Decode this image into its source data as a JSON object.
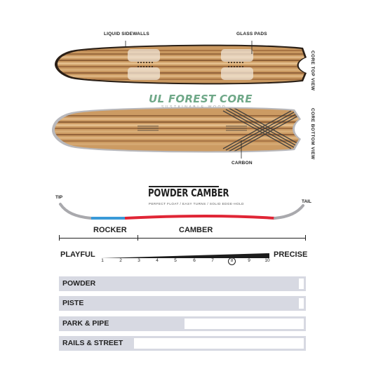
{
  "callouts": {
    "liquid_sidewalls": "LIQUID SIDEWALLS",
    "glass_pads": "GLASS PADS",
    "carbon": "CARBON",
    "core_top_view": "CORE TOP VIEW",
    "core_bottom_view": "CORE BOTTOM VIEW"
  },
  "core": {
    "title": "UL FOREST CORE",
    "subtitle": "SUSTAINABLE WOOD"
  },
  "profile": {
    "title": "POWDER CAMBER",
    "subtitle": "PERFECT FLOAT / EASY TURNS / SOLID EDGE-HOLD",
    "tip_label": "TIP",
    "tail_label": "TAIL",
    "rocker_label": "ROCKER",
    "camber_label": "CAMBER",
    "colors": {
      "rocker": "#3a9ad8",
      "camber": "#e02535",
      "tips": "#a9a9ad"
    }
  },
  "flex_scale": {
    "left_label": "PLAYFUL",
    "right_label": "PRECISE",
    "ticks": [
      "1",
      "2",
      "3",
      "4",
      "5",
      "6",
      "7",
      "8",
      "9",
      "10"
    ],
    "selected": "8"
  },
  "terrain": [
    {
      "label": "POWDER",
      "rating": 0.98
    },
    {
      "label": "PISTE",
      "rating": 0.98
    },
    {
      "label": "PARK & PIPE",
      "rating": 0.51
    },
    {
      "label": "RAILS & STREET",
      "rating": 0.3
    }
  ]
}
